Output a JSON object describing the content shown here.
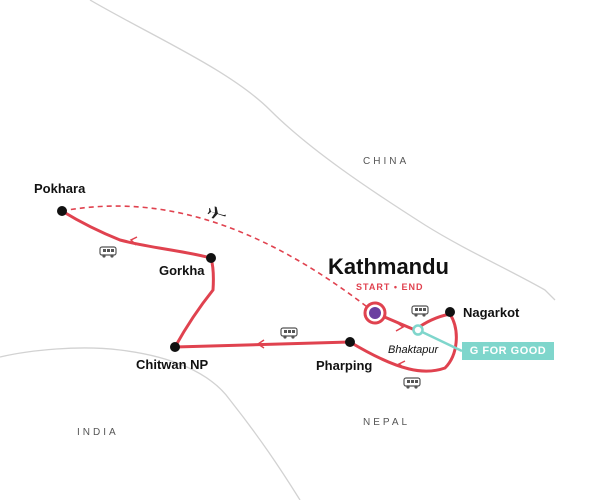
{
  "map": {
    "countries": {
      "china": "CHINA",
      "nepal": "NEPAL",
      "india": "INDIA"
    },
    "hub": {
      "name": "Kathmandu",
      "tag": "START • END"
    },
    "places": {
      "pokhara": "Pokhara",
      "gorkha": "Gorkha",
      "chitwan": "Chitwan NP",
      "pharping": "Pharping",
      "nagarkot": "Nagarkot",
      "bhaktapur": "Bhaktapur"
    },
    "badge": "G FOR GOOD",
    "legs": [
      {
        "from": "Kathmandu",
        "to": "Nagarkot",
        "mode": "bus"
      },
      {
        "from": "Nagarkot",
        "to": "Pharping",
        "mode": "bus"
      },
      {
        "from": "Pharping",
        "to": "Chitwan NP",
        "mode": "bus"
      },
      {
        "from": "Chitwan NP",
        "to": "Gorkha",
        "mode": "bus"
      },
      {
        "from": "Gorkha",
        "to": "Pokhara",
        "mode": "bus"
      },
      {
        "from": "Pokhara",
        "to": "Kathmandu",
        "mode": "flight"
      }
    ],
    "colors": {
      "route": "#e0424f",
      "dot": "#111111",
      "border": "#d0d0d0",
      "hub_fill": "#6b3fa0",
      "badge": "#7fd6cc"
    },
    "icons": [
      "bus-icon",
      "plane-icon",
      "arrow-icon"
    ]
  }
}
